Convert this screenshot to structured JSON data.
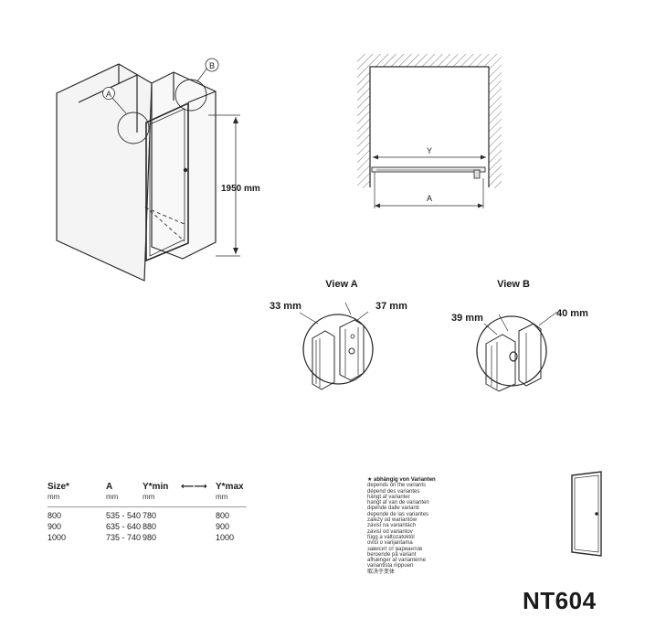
{
  "drawing": {
    "height_dim": "1950 mm",
    "marker_a": "A",
    "marker_b": "B",
    "top_dim_y": "Y",
    "top_dim_a": "A"
  },
  "view_a": {
    "title": "View A",
    "dim_left": "33 mm",
    "dim_right": "37 mm"
  },
  "view_b": {
    "title": "View B",
    "dim_left": "39 mm",
    "dim_right": "40 mm"
  },
  "table": {
    "headers": [
      "Size*",
      "A",
      "Y*min",
      "Y*max"
    ],
    "arrow": "⟵⟶",
    "units": [
      "mm",
      "mm",
      "mm",
      "mm"
    ],
    "rows": [
      [
        "800",
        "535 - 540",
        "780",
        "800"
      ],
      [
        "900",
        "635 - 640",
        "880",
        "900"
      ],
      [
        "1000",
        "735 - 740",
        "980",
        "1000"
      ]
    ]
  },
  "notes": [
    "★ abhängig von Varianten",
    "depends on the variants",
    "dépend des variantes",
    "hängt af varianter",
    "hangt af van de varianten",
    "dipende dalle varianti",
    "depende de las variantes",
    "zależy od wariantów",
    "závisí na variantách",
    "závisí od variantov",
    "függ a változatoktól",
    "ovisi o varijantama",
    "зависит от вариантов",
    "beroende på variant",
    "afhænger af varianterne",
    "variantista riippuen",
    "取决于变体"
  ],
  "model": "NT604"
}
